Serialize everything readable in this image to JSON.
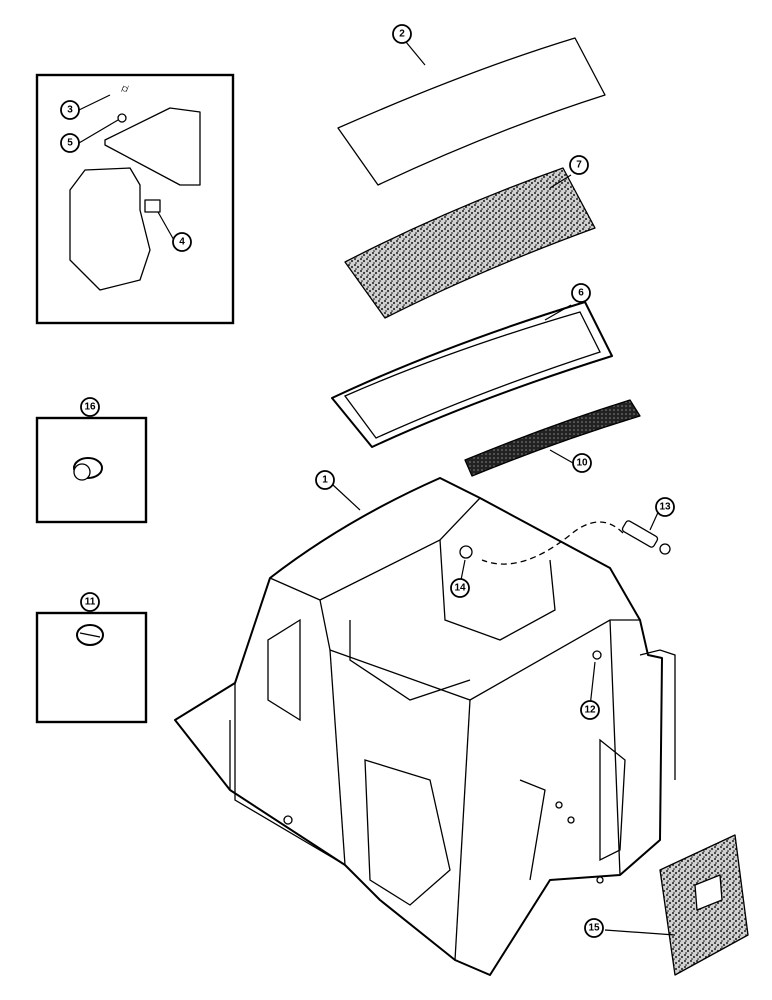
{
  "callouts": [
    {
      "id": "1",
      "label": "1"
    },
    {
      "id": "2",
      "label": "2"
    },
    {
      "id": "3",
      "label": "3"
    },
    {
      "id": "4",
      "label": "4"
    },
    {
      "id": "5",
      "label": "5"
    },
    {
      "id": "6",
      "label": "6"
    },
    {
      "id": "7",
      "label": "7"
    },
    {
      "id": "10",
      "label": "10"
    },
    {
      "id": "11",
      "label": "11"
    },
    {
      "id": "12",
      "label": "12"
    },
    {
      "id": "13",
      "label": "13"
    },
    {
      "id": "14",
      "label": "14"
    },
    {
      "id": "15",
      "label": "15"
    },
    {
      "id": "16",
      "label": "16"
    }
  ],
  "colors": {
    "line": "#000000",
    "paper": "#ffffff",
    "felt": "#4a4a4a"
  }
}
